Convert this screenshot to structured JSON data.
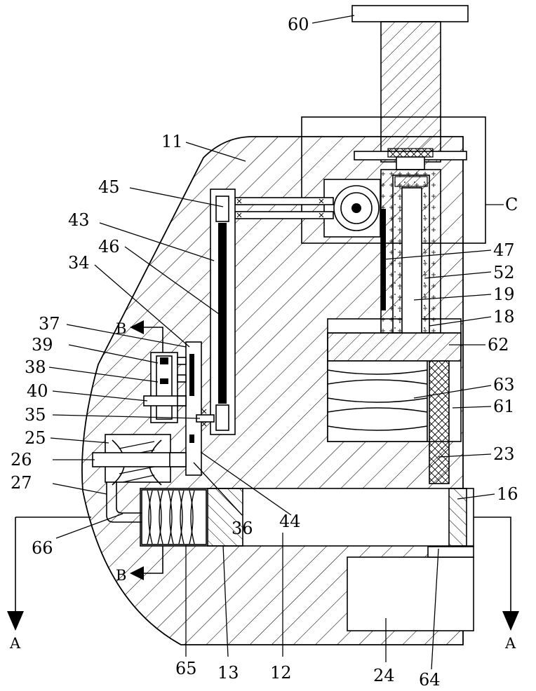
{
  "labels": {
    "l60": "60",
    "l11": "11",
    "l45": "45",
    "l43": "43",
    "l46": "46",
    "l34": "34",
    "l37": "37",
    "l39": "39",
    "l38": "38",
    "l40": "40",
    "l35": "35",
    "l25": "25",
    "l26": "26",
    "l27": "27",
    "l66": "66",
    "lC": "C",
    "l47": "47",
    "l52": "52",
    "l19": "19",
    "l18": "18",
    "l62": "62",
    "l63": "63",
    "l61": "61",
    "l23": "23",
    "l16": "16",
    "l36": "36",
    "l44": "44",
    "l65": "65",
    "l13": "13",
    "l12": "12",
    "l24": "24",
    "l64": "64"
  },
  "section_marks": {
    "a_left": "A",
    "a_right": "A",
    "b_top": "B",
    "b_bottom": "B"
  }
}
